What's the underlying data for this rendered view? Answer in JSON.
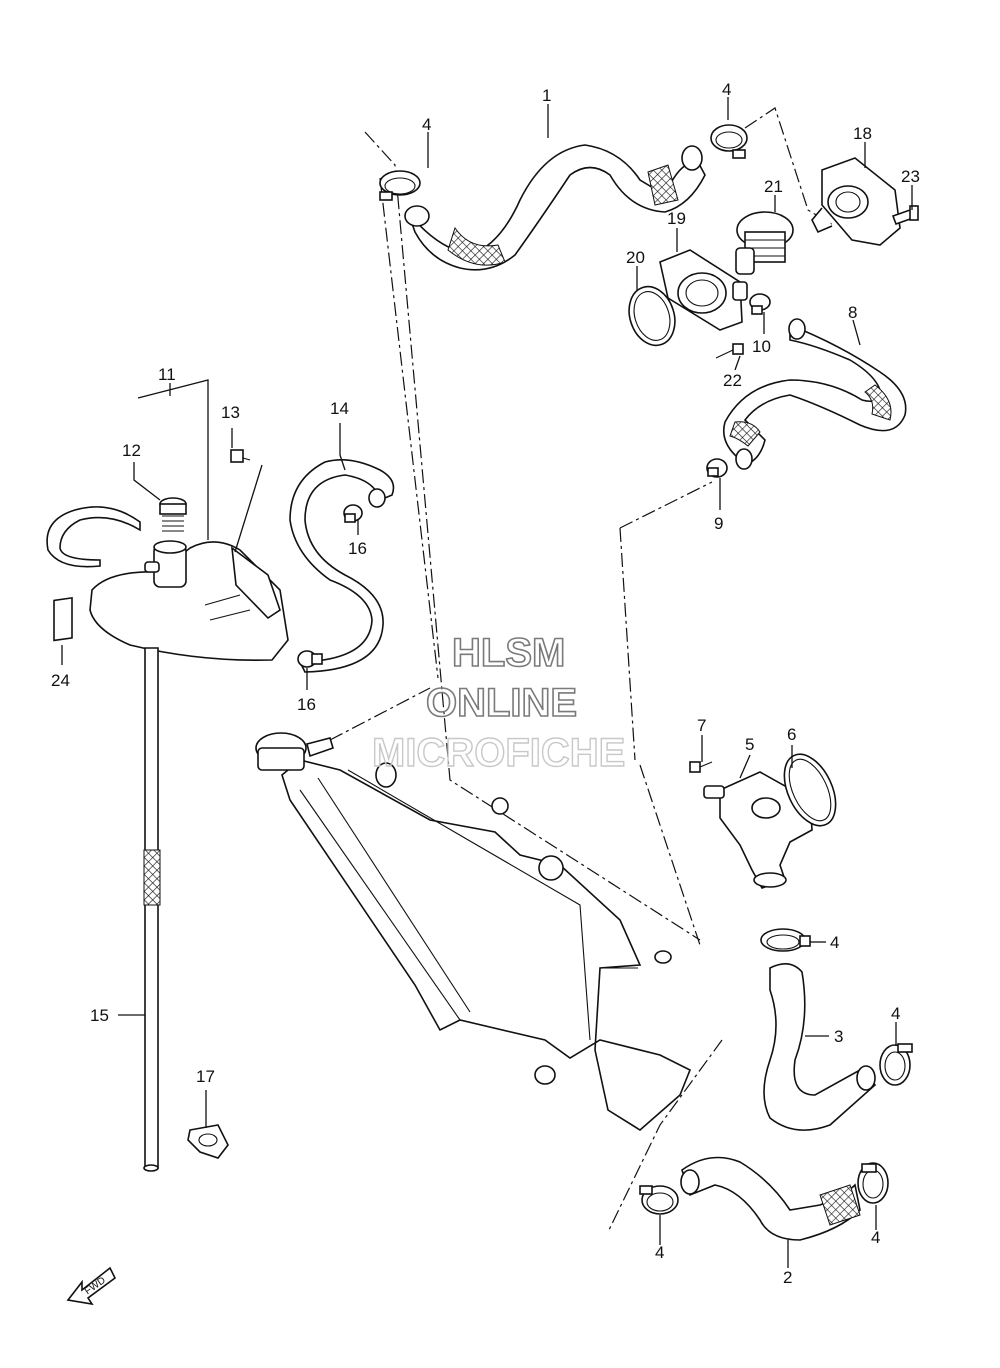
{
  "watermark": {
    "line1": "HLSM",
    "line2": "ONLINE",
    "line3": "MICROFICHE"
  },
  "fwd_label": "FWD",
  "callouts": {
    "p1": "1",
    "p2": "2",
    "p3": "3",
    "p4a": "4",
    "p4b": "4",
    "p4c": "4",
    "p4d": "4",
    "p4e": "4",
    "p4f": "4",
    "p5": "5",
    "p6": "6",
    "p7": "7",
    "p8": "8",
    "p9": "9",
    "p10": "10",
    "p11": "11",
    "p12": "12",
    "p13": "13",
    "p14": "14",
    "p15": "15",
    "p16a": "16",
    "p16b": "16",
    "p17": "17",
    "p18": "18",
    "p19": "19",
    "p20": "20",
    "p21": "21",
    "p22": "22",
    "p23": "23",
    "p24": "24"
  }
}
